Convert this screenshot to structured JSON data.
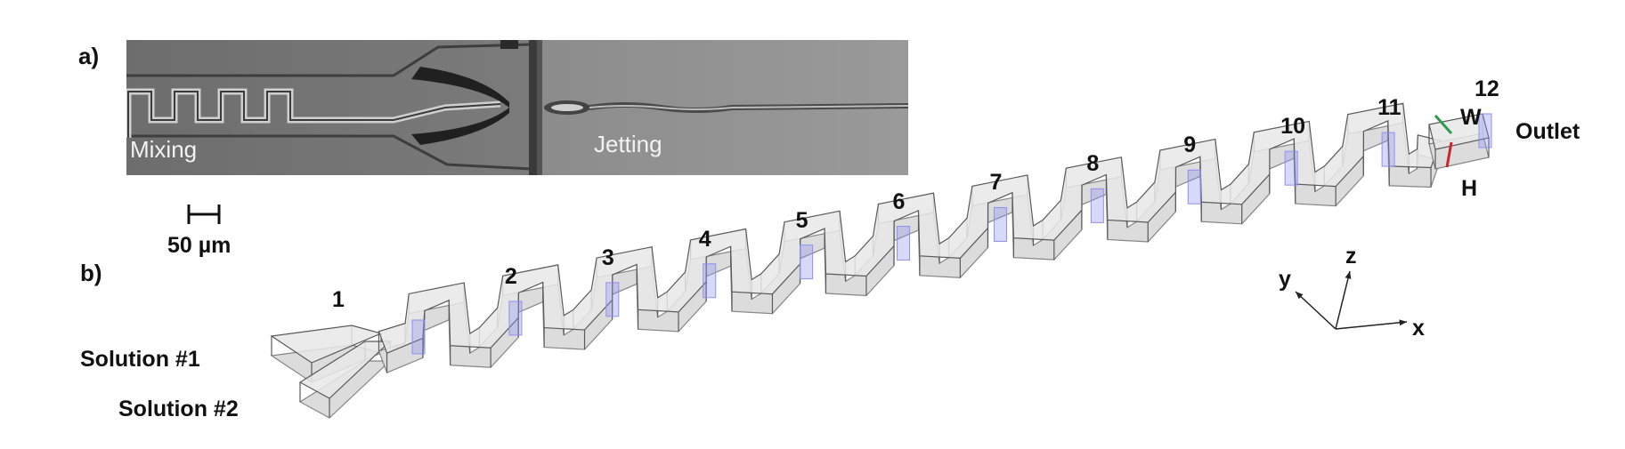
{
  "panel_a": {
    "label": "a)",
    "mixing_label": "Mixing",
    "jetting_label": "Jetting",
    "scale_bar_label": "50 µm"
  },
  "panel_b": {
    "label": "b)",
    "inlet_1_label": "Solution #1",
    "inlet_2_label": "Solution #2",
    "outlet_label": "Outlet",
    "width_label": "W",
    "height_label": "H",
    "width_color": "#2e9a4e",
    "height_color": "#c8262b",
    "section_color": "#8f8ff0",
    "axes": {
      "x": "x",
      "y": "y",
      "z": "z"
    },
    "section_numbers": [
      "1",
      "2",
      "3",
      "4",
      "5",
      "6",
      "7",
      "8",
      "9",
      "10",
      "11",
      "12"
    ]
  }
}
